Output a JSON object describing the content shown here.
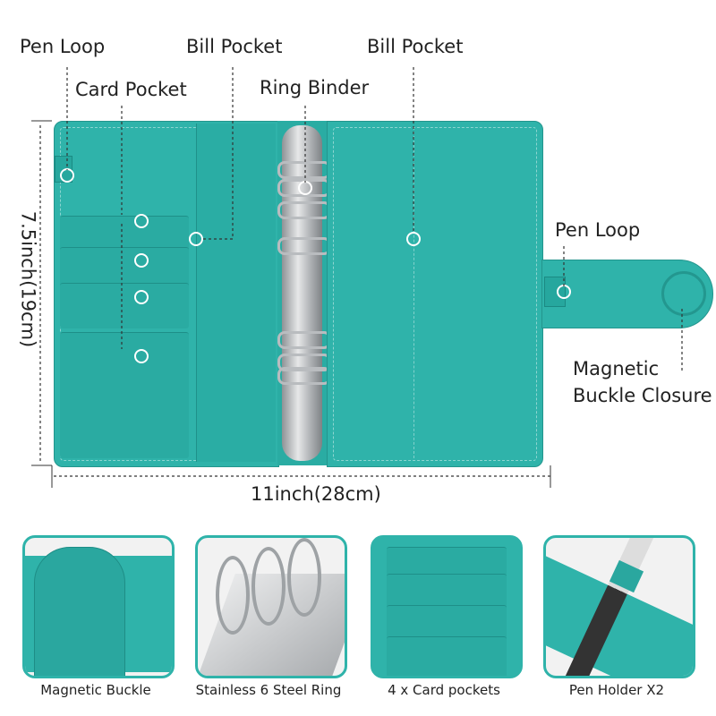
{
  "callouts": {
    "pen_loop_left": "Pen  Loop",
    "card_pocket": "Card Pocket",
    "bill_pocket_1": "Bill Pocket",
    "ring_binder": "Ring Binder",
    "bill_pocket_2": "Bill Pocket",
    "pen_loop_right": "Pen  Loop",
    "magnetic_closure_line1": "Magnetic",
    "magnetic_closure_line2": "Buckle Closure"
  },
  "dimensions": {
    "height": "7.5inch(19cm)",
    "width": "11inch(28cm)"
  },
  "features": [
    {
      "caption": "Magnetic Buckle"
    },
    {
      "caption": "Stainless 6 Steel Ring"
    },
    {
      "caption": "4 x Card pockets"
    },
    {
      "caption": "Pen Holder X2"
    }
  ],
  "colors": {
    "teal": "#2fb3aa",
    "metal": "#c8cacc"
  }
}
